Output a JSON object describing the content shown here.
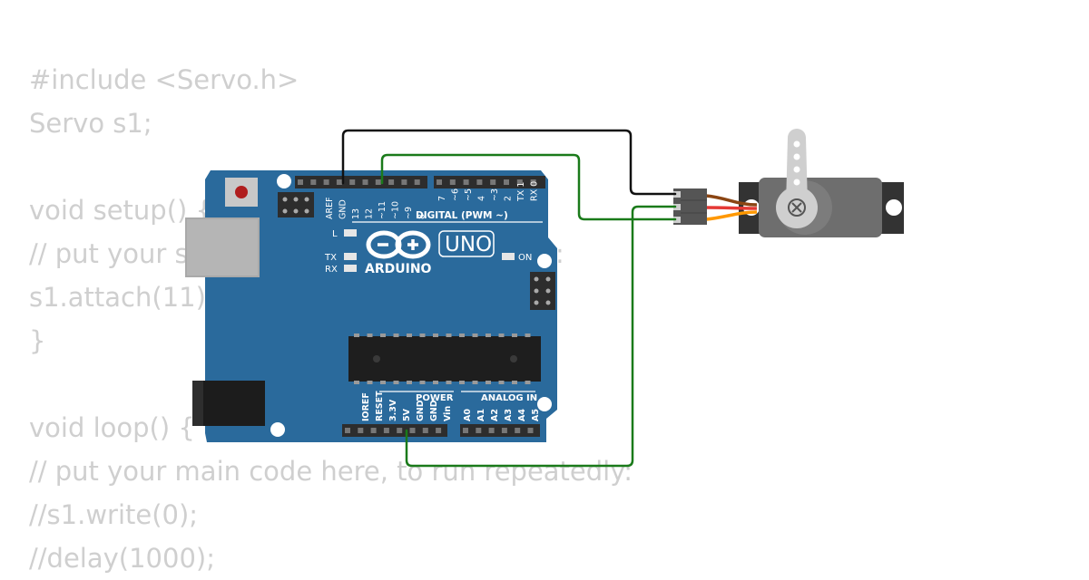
{
  "code_lines": [
    "#include <Servo.h>",
    "Servo s1;",
    "",
    "void setup() {",
    "// put your setup code here, to run once:",
    "s1.attach(11);",
    "}",
    "",
    "void loop() {",
    "// put your main code here, to run repeatedly:",
    "//s1.write(0);",
    "//delay(1000);"
  ],
  "board": {
    "brand": "ARDUINO",
    "model": "UNO",
    "on_label": "ON",
    "l_label": "L",
    "tx_label": "TX",
    "rx_label": "RX",
    "digital_label": "DIGITAL (PWM ~)",
    "power_label": "POWER",
    "analog_label": "ANALOG IN",
    "digital_pins_left": [
      "AREF",
      "GND",
      "13",
      "12",
      "~11",
      "~10",
      "~9",
      "8"
    ],
    "digital_pins_right": [
      "7",
      "~6",
      "~5",
      "4",
      "~3",
      "2",
      "TX 1",
      "RX 0"
    ],
    "power_pins": [
      "IOREF",
      "RESET",
      "3.3V",
      "5V",
      "GND",
      "GND",
      "Vin"
    ],
    "analog_pins": [
      "A0",
      "A1",
      "A2",
      "A3",
      "A4",
      "A5"
    ]
  },
  "wire_colors": {
    "ground": "#111111",
    "signal": "#1a7a1a",
    "power": "#1a7a1a"
  },
  "colors": {
    "pcb": "#2a6a9c",
    "code_text": "#cfcfcf",
    "servo_body": "#6e6e6e"
  }
}
